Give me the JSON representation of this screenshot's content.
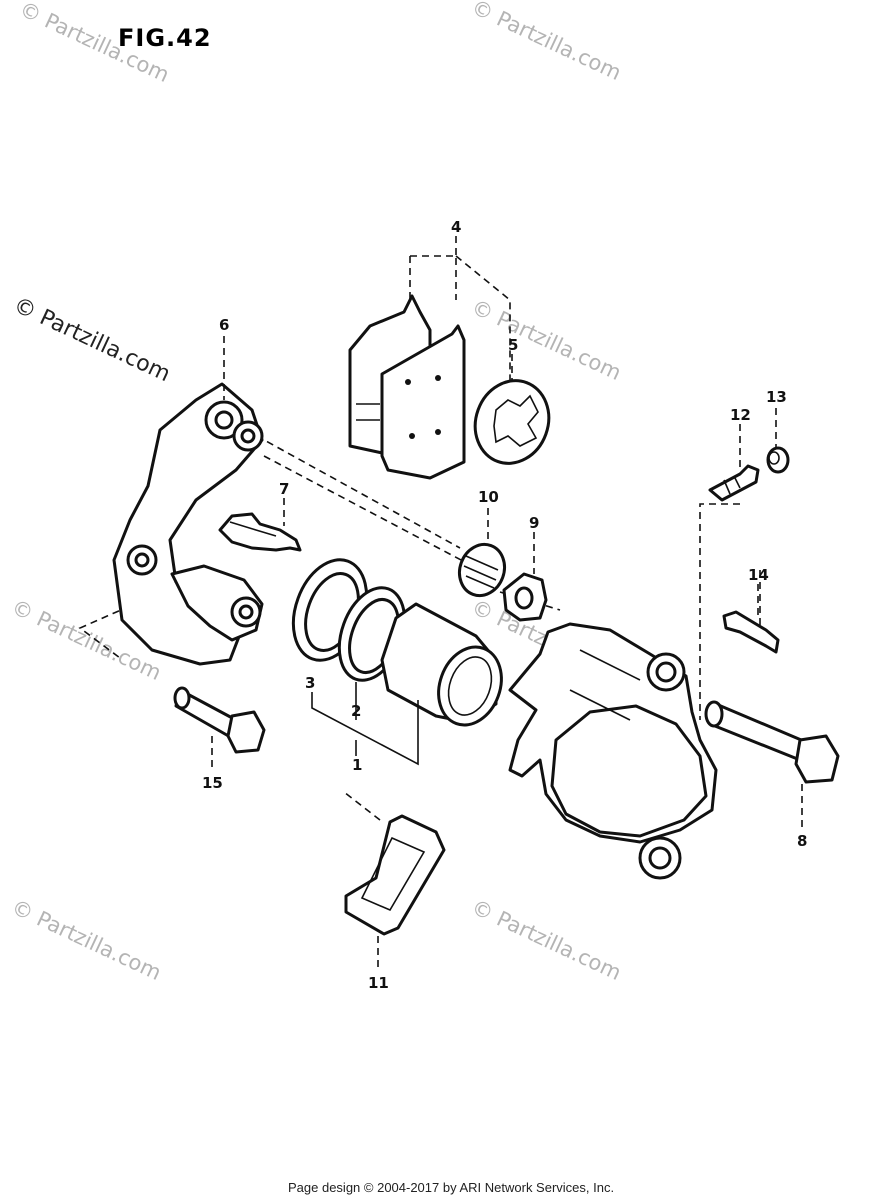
{
  "figure": {
    "title": "FIG.42"
  },
  "watermark": {
    "text": "© Partzilla.com"
  },
  "callouts": [
    {
      "id": "1",
      "label": "1"
    },
    {
      "id": "2",
      "label": "2"
    },
    {
      "id": "3",
      "label": "3"
    },
    {
      "id": "4",
      "label": "4"
    },
    {
      "id": "5",
      "label": "5"
    },
    {
      "id": "6",
      "label": "6"
    },
    {
      "id": "7",
      "label": "7"
    },
    {
      "id": "8",
      "label": "8"
    },
    {
      "id": "9",
      "label": "9"
    },
    {
      "id": "10",
      "label": "10"
    },
    {
      "id": "11",
      "label": "11"
    },
    {
      "id": "12",
      "label": "12"
    },
    {
      "id": "13",
      "label": "13"
    },
    {
      "id": "14",
      "label": "14"
    },
    {
      "id": "15",
      "label": "15"
    }
  ],
  "footer": {
    "text": "Page design © 2004-2017 by ARI Network Services, Inc."
  }
}
